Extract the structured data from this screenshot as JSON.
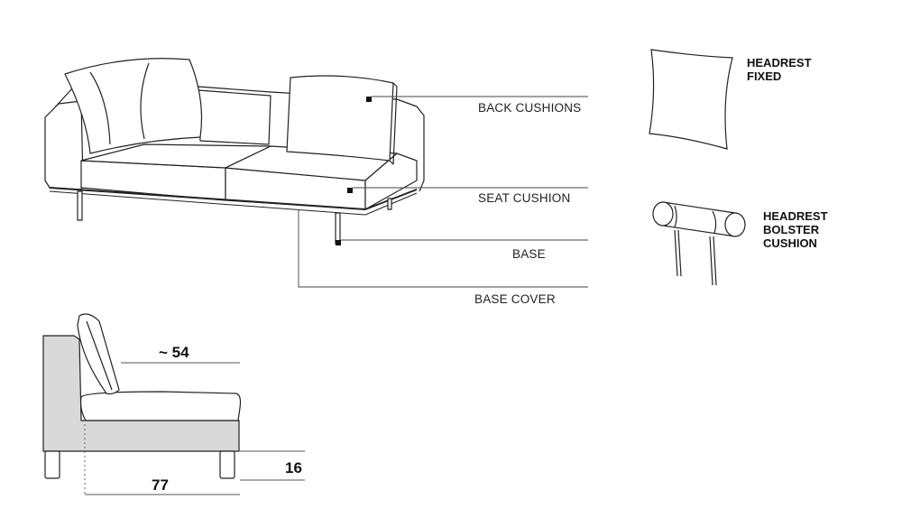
{
  "labels": {
    "back_cushions": "BACK CUSHIONS",
    "seat_cushion": "SEAT CUSHION",
    "base": "BASE",
    "base_cover": "BASE COVER"
  },
  "headrests": {
    "fixed_line1": "HEADREST",
    "fixed_line2": "FIXED",
    "bolster_line1": "HEADREST",
    "bolster_line2": "BOLSTER",
    "bolster_line3": "CUSHION"
  },
  "dimensions": {
    "depth": "~ 54",
    "height": "16",
    "width": "77"
  },
  "colors": {
    "line": "#222222",
    "fill_gray": "#d9d9d9",
    "leader": "#444444"
  }
}
